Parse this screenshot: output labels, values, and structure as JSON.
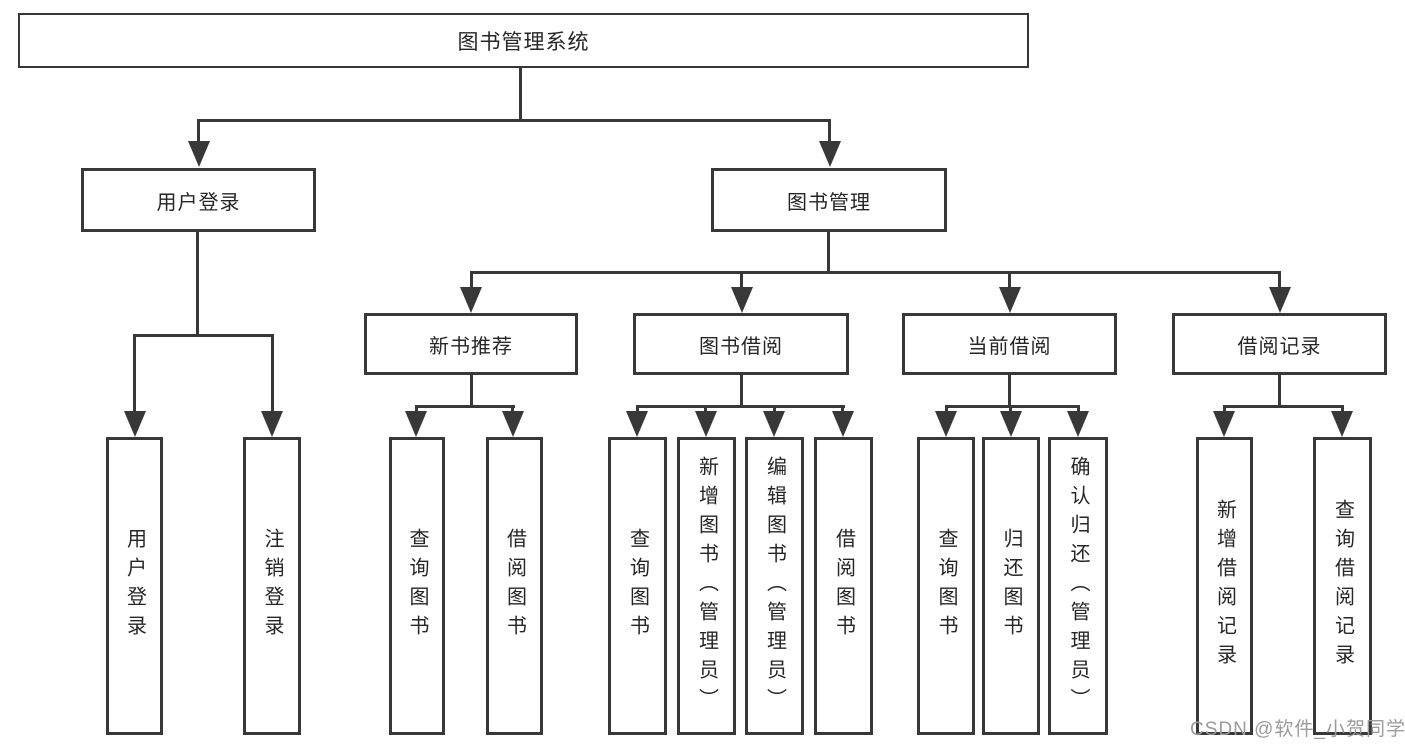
{
  "colors": {
    "line": "#383838",
    "text": "#262626",
    "background": "#ffffff",
    "watermark": "#9b9b9b"
  },
  "tree": {
    "label": "图书管理系统",
    "children": [
      {
        "label": "用户登录",
        "children": [
          {
            "label": "用户登录"
          },
          {
            "label": "注销登录"
          }
        ]
      },
      {
        "label": "图书管理",
        "children": [
          {
            "label": "新书推荐",
            "children": [
              {
                "label": "查询图书"
              },
              {
                "label": "借阅图书"
              }
            ]
          },
          {
            "label": "图书借阅",
            "children": [
              {
                "label": "查询图书"
              },
              {
                "label": "新增图书（管理员）"
              },
              {
                "label": "编辑图书（管理员）"
              },
              {
                "label": "借阅图书"
              }
            ]
          },
          {
            "label": "当前借阅",
            "children": [
              {
                "label": "查询图书"
              },
              {
                "label": "归还图书"
              },
              {
                "label": "确认归还（管理员）"
              }
            ]
          },
          {
            "label": "借阅记录",
            "children": [
              {
                "label": "新增借阅记录"
              },
              {
                "label": "查询借阅记录"
              }
            ]
          }
        ]
      }
    ]
  },
  "watermark": {
    "text": "CSDN @软件_小贺同学"
  }
}
